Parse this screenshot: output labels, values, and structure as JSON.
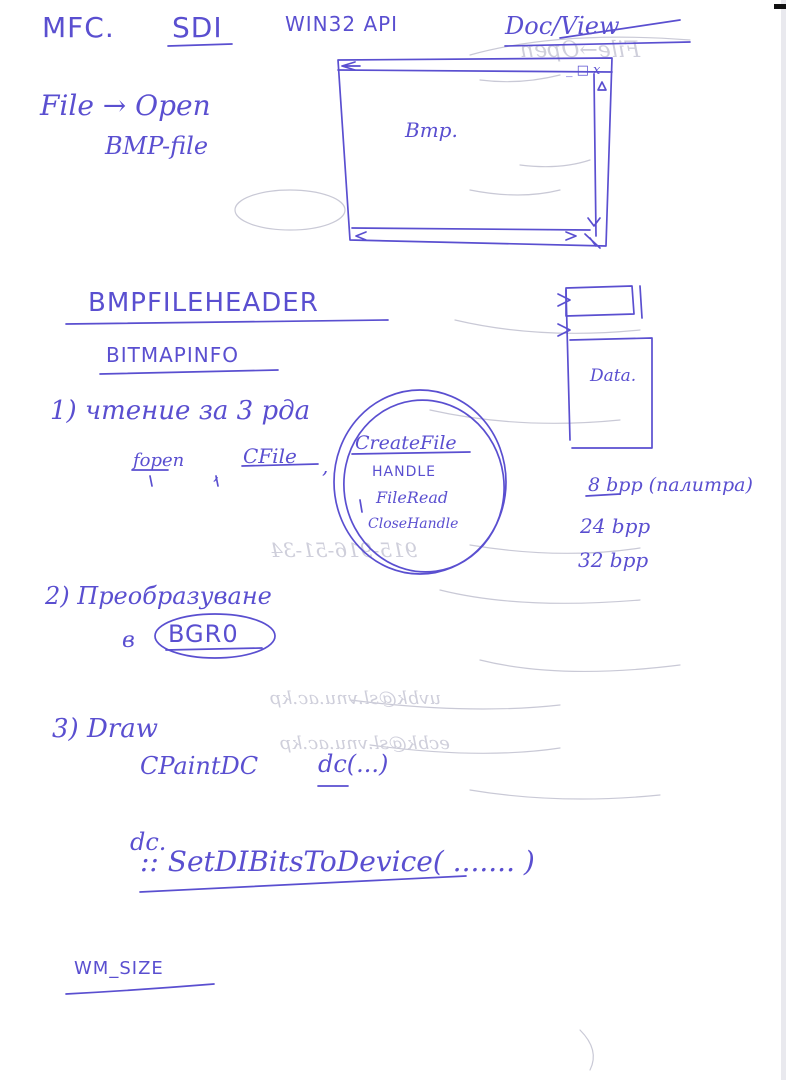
{
  "header": {
    "mfc": "MFC.",
    "sdi": "SDI",
    "api": "WIN32 API",
    "docview": "Doc/View"
  },
  "file_open": {
    "line1": "File → Open",
    "line2": "BMP-file"
  },
  "window_sketch": {
    "label": "Bmp.",
    "caption_glyph": "_ □ x"
  },
  "structures": {
    "file_header": "BMPFILEHEADER",
    "info": "BITMAPINFO"
  },
  "data_box_label": "Data.",
  "step1": {
    "title": "1) чтение за 3 рда",
    "option_fopen": "fopen",
    "option_cfile": "CFile",
    "sep1": ",",
    "sep2": ",",
    "createfile": "CreateFile",
    "handle": "HANDLE",
    "fileread": "FileRead",
    "closehandle": "CloseHandle"
  },
  "bpp": {
    "bpp8": "8 bpp (палитра)",
    "bpp24": "24 bpp",
    "bpp32": "32 bpp"
  },
  "step2": {
    "line1": "2) Преобразуване",
    "line2_prefix": "в",
    "bgr0": "BGR0"
  },
  "step3": {
    "title": "3) Draw",
    "paintdc": "CPaintDC",
    "dc": "dc(...)",
    "dc_prefix": "dc.",
    "call": ":: SetDIBitsToDevice( ....... )"
  },
  "footer": {
    "wm_size": "WM_SIZE"
  },
  "colors": {
    "ink": "#5a4fd0",
    "paper": "#ffffff",
    "bleed_through": "#cfcfdb"
  }
}
